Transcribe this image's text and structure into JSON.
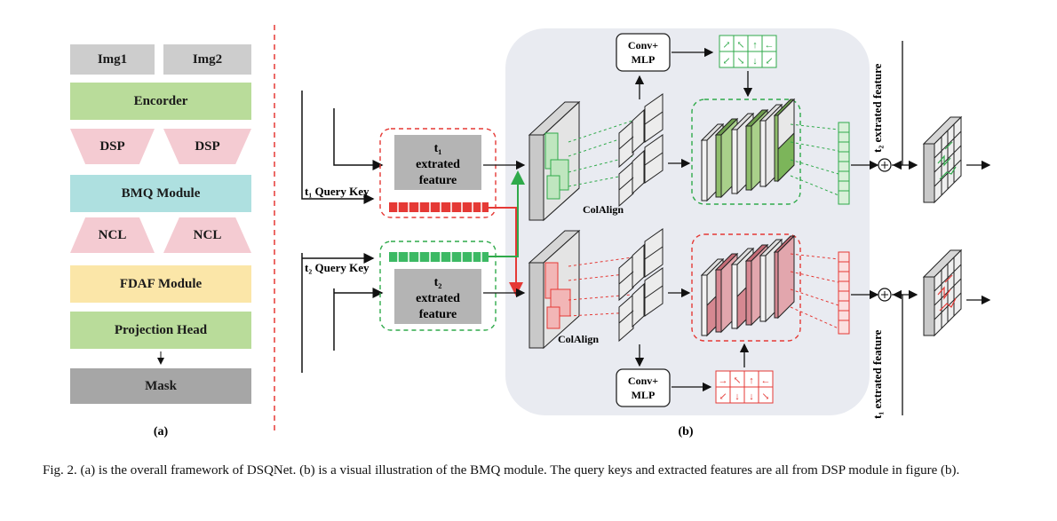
{
  "panel_a": {
    "img1": "Img1",
    "img2": "Img2",
    "encoder": "Encorder",
    "dsp_left": "DSP",
    "dsp_right": "DSP",
    "bmq": "BMQ Module",
    "ncl_left": "NCL",
    "ncl_right": "NCL",
    "fdaf": "FDAF Module",
    "projection": "Projection Head",
    "mask": "Mask",
    "label": "(a)"
  },
  "panel_b": {
    "t1_query_key": "t₁ Query Key",
    "t2_query_key": "t₂ Query Key",
    "t1_feature_sym": "t₁",
    "t2_feature_sym": "t₂",
    "feature_line1": "extrated",
    "feature_line2": "feature",
    "colalign_top": "ColAlign",
    "colalign_bottom": "ColAlign",
    "conv_top_1": "Conv+",
    "conv_top_2": "MLP",
    "conv_bottom_1": "Conv+",
    "conv_bottom_2": "MLP",
    "right_top_label": "t₂ extrated feature",
    "right_bottom_label": "t₁ extrated feature",
    "label": "(b)"
  },
  "caption": "Fig. 2.  (a) is the overall framework of DSQNet. (b) is a visual illustration of the BMQ module. The query keys and extracted features are all from DSP module in figure (b).",
  "colors": {
    "green_accent": "#2faa4a",
    "red_accent": "#e53935",
    "panel_bg": "#e9ebf1"
  }
}
